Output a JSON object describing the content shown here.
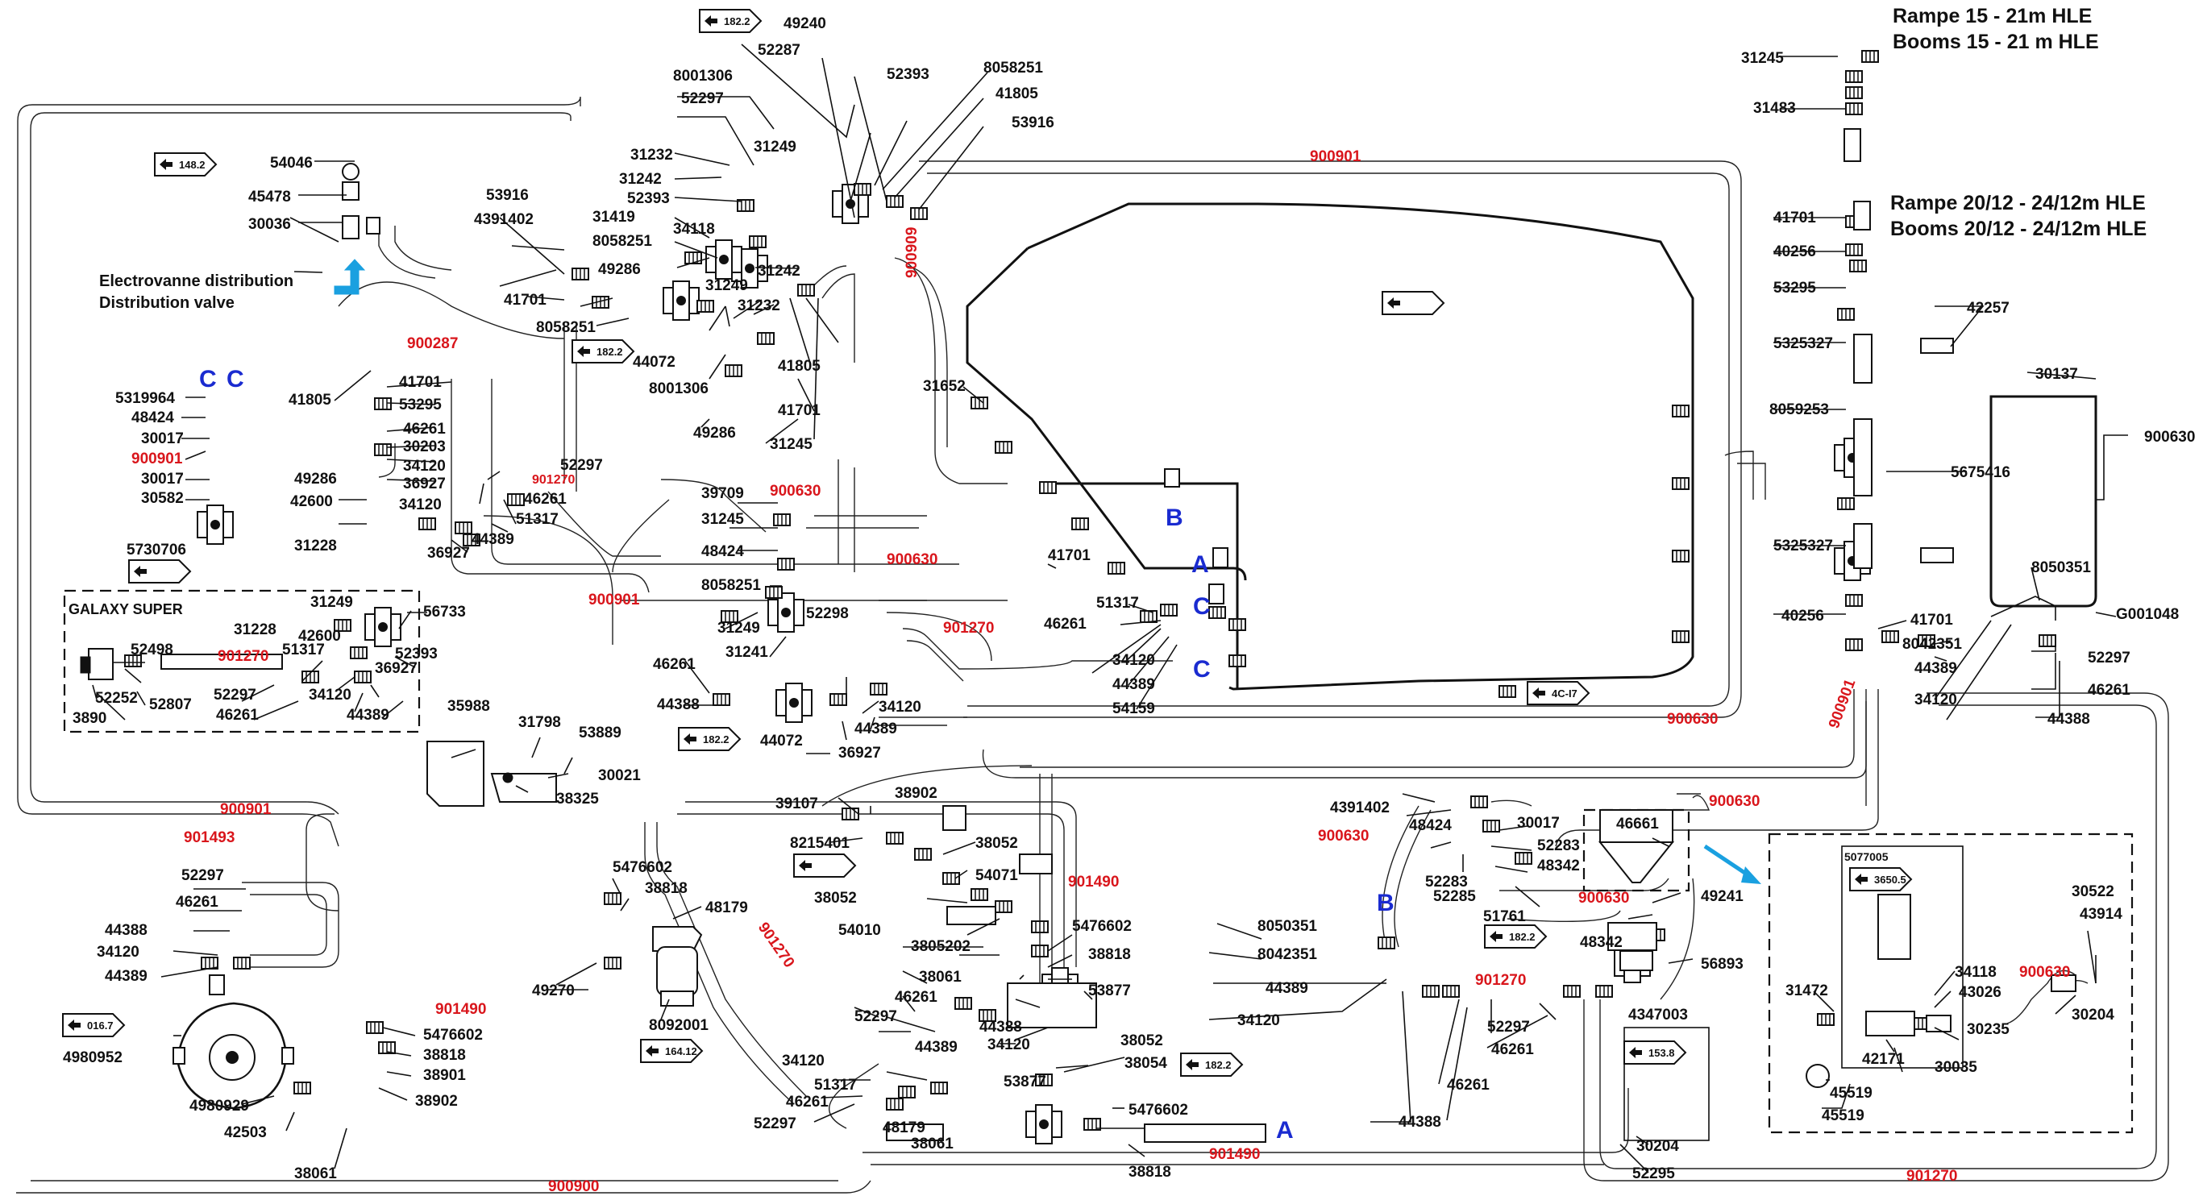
{
  "header": {
    "rampe_15": "Rampe 15 - 21m HLE",
    "booms_15": "Booms 15 - 21 m HLE",
    "rampe_20": "Rampe 20/12 - 24/12m HLE",
    "booms_20": "Booms 20/12 - 24/12m HLE"
  },
  "labels": {
    "electrovanne": "Electrovanne distribution",
    "distribution_valve": "Distribution valve",
    "galaxy_super": "GALAXY SUPER"
  },
  "refs": {
    "r182_top": "182.2",
    "r148": "148.2",
    "r182_mid": "182.2",
    "r182_low": "182.2",
    "r182_sel": "182.2",
    "r182_right": "182.2",
    "r153": "153.8",
    "r016": "016.7",
    "r164": "164.12",
    "r3650": "3650.5",
    "r4c": "4C-I7"
  },
  "letters": {
    "C1": "C",
    "C2": "C",
    "B1": "B",
    "A1": "A",
    "C3": "C",
    "C4": "C",
    "B2": "B",
    "A2": "A"
  },
  "parts": {
    "p49240": "49240",
    "p52287": "52287",
    "p8001306a": "8001306",
    "p52297a": "52297",
    "p52393a": "52393",
    "p8058251a": "8058251",
    "p41805a": "41805",
    "p53916a": "53916",
    "p31232a": "31232",
    "p31249a": "31249",
    "p31242a": "31242",
    "p52393b": "52393",
    "p31419": "31419",
    "p34118a": "34118",
    "p8058251b": "8058251",
    "p49286a": "49286",
    "p31242b": "31242",
    "p31249b": "31249",
    "p31232b": "31232",
    "p53916b": "53916",
    "p4391402a": "4391402",
    "p41701a": "41701",
    "p8058251c": "8058251",
    "p44072a": "44072",
    "p8001306b": "8001306",
    "p41805b": "41805",
    "p41701b": "41701",
    "p49286b": "49286",
    "p31245a": "31245",
    "p54046": "54046",
    "p45478": "45478",
    "p30036": "30036",
    "p31652": "31652",
    "p31245b": "31245",
    "p31483": "31483",
    "p41701c": "41701",
    "p40256a": "40256",
    "p53295a": "53295",
    "p42257": "42257",
    "p5325327a": "5325327",
    "p30137": "30137",
    "p8059253": "8059253",
    "p900630r": "900630",
    "p5675416": "5675416",
    "p5325327b": "5325327",
    "p8050351a": "8050351",
    "p40256b": "40256",
    "p41701d": "41701",
    "pG001048": "G001048",
    "p8042351a": "8042351",
    "p44389a": "44389",
    "p34120a": "34120",
    "p52297b": "52297",
    "p46261a": "46261",
    "p44388a": "44388",
    "p5319964": "5319964",
    "p48424a": "48424",
    "p30017a": "30017",
    "p30582": "30582",
    "p41805c": "41805",
    "p41701e": "41701",
    "p53295b": "53295",
    "p46261b": "46261",
    "p30203": "30203",
    "p34120b": "34120",
    "p36927a": "36927",
    "p49286c": "49286",
    "p42600a": "42600",
    "p34120c": "34120",
    "p31228a": "31228",
    "p5730706": "5730706",
    "p52297c": "52297",
    "p46261c": "46261",
    "p51317a": "51317",
    "p44389b": "44389",
    "p36927b": "36927",
    "p39709": "39709",
    "p31245c": "31245",
    "p48424b": "48424",
    "p8058251d": "8058251",
    "p31249c": "31249",
    "p52298": "52298",
    "p31241": "31241",
    "p41701f": "41701",
    "p51317b": "51317",
    "p46261d": "46261",
    "p34120d": "34120",
    "p44389c": "44389",
    "p54159": "54159",
    "p31249d": "31249",
    "p31228b": "31228",
    "p42600b": "42600",
    "p56733": "56733",
    "p52393c": "52393",
    "p36927c": "36927",
    "p52498": "52498",
    "p51317c": "51317",
    "p52252": "52252",
    "p3890": "3890",
    "p52807": "52807",
    "p52297d": "52297",
    "p46261e": "46261",
    "p34120e": "34120",
    "p44389d": "44389",
    "p46261f": "46261",
    "p44388b": "44388",
    "p34120f": "34120",
    "p44389e": "44389",
    "p36927d": "36927",
    "p44072b": "44072",
    "p35988": "35988",
    "p31798": "31798",
    "p53889": "53889",
    "p30021": "30021",
    "p38325": "38325",
    "p39107": "39107",
    "p38902a": "38902",
    "p8215401": "8215401",
    "p38052a": "38052",
    "p54071": "54071",
    "p38052b": "38052",
    "p54010": "54010",
    "p3805202": "3805202",
    "p5476602a": "5476602",
    "p38818a": "38818",
    "p38061a": "38061",
    "p53877a": "53877",
    "p46261g": "46261",
    "p52297e": "52297",
    "p44388c": "44388",
    "p44389f": "44389",
    "p34120g": "34120",
    "p5476602b": "5476602",
    "p38818b": "38818",
    "p48179a": "48179",
    "p49270": "49270",
    "p8092001": "8092001",
    "p5476602c": "5476602",
    "p38818c": "38818",
    "p38901": "38901",
    "p38902b": "38902",
    "p38061b": "38061",
    "p42503": "42503",
    "p4980929": "4980929",
    "p4980952": "4980952",
    "p52297f": "52297",
    "p46261h": "46261",
    "p44388d": "44388",
    "p34120h": "34120",
    "p44389g": "44389",
    "p34120i": "34120",
    "p51317d": "51317",
    "p46261i": "46261",
    "p52297g": "52297",
    "p48179b": "48179",
    "p38061c": "38061",
    "p53877b": "53877",
    "p38052c": "38052",
    "p38054": "38054",
    "p5476602d": "5476602",
    "p38818d": "38818",
    "p4391402b": "4391402",
    "p48424c": "48424",
    "p30017b": "30017",
    "p52283a": "52283",
    "p52285": "52285",
    "p52283b": "52283",
    "p48342a": "48342",
    "p51761": "51761",
    "p46661": "46661",
    "p49241": "49241",
    "p48342b": "48342",
    "p56893": "56893",
    "p4347003": "4347003",
    "p8050351b": "8050351",
    "p8042351b": "8042351",
    "p44389h": "44389",
    "p34120j": "34120",
    "p52297h": "52297",
    "p46261j": "46261",
    "p46261k": "46261",
    "p44388e": "44388",
    "p30204a": "30204",
    "p52295": "52295",
    "p5077005": "5077005",
    "p31472": "31472",
    "p34118b": "34118",
    "p43026": "43026",
    "p30235": "30235",
    "p42171": "42171",
    "p30035": "30035",
    "p45519a": "45519",
    "p45519b": "45519",
    "p30522": "30522",
    "p43914": "43914",
    "p30204b": "30204",
    "p900630box": "900630"
  },
  "hoses": {
    "h900901a": "900901",
    "h900287": "900287",
    "h900630a": "900630",
    "h900901b": "900901",
    "h900630b": "900630",
    "h901270a": "901270",
    "h900909": "900909",
    "h900630c": "900630",
    "h900901c": "900901",
    "h900901d": "900901",
    "h901493": "901493",
    "h901270b": "901270",
    "h901270c": "901270",
    "h900630d": "900630",
    "h900630e": "900630",
    "h900630f": "900630",
    "h901270d": "901270",
    "h901490a": "901490",
    "h901490b": "901490",
    "h901490c": "901490",
    "h900900": "900900",
    "h901270e": "901270",
    "h900901e": "900901",
    "h901270f": "901270"
  }
}
